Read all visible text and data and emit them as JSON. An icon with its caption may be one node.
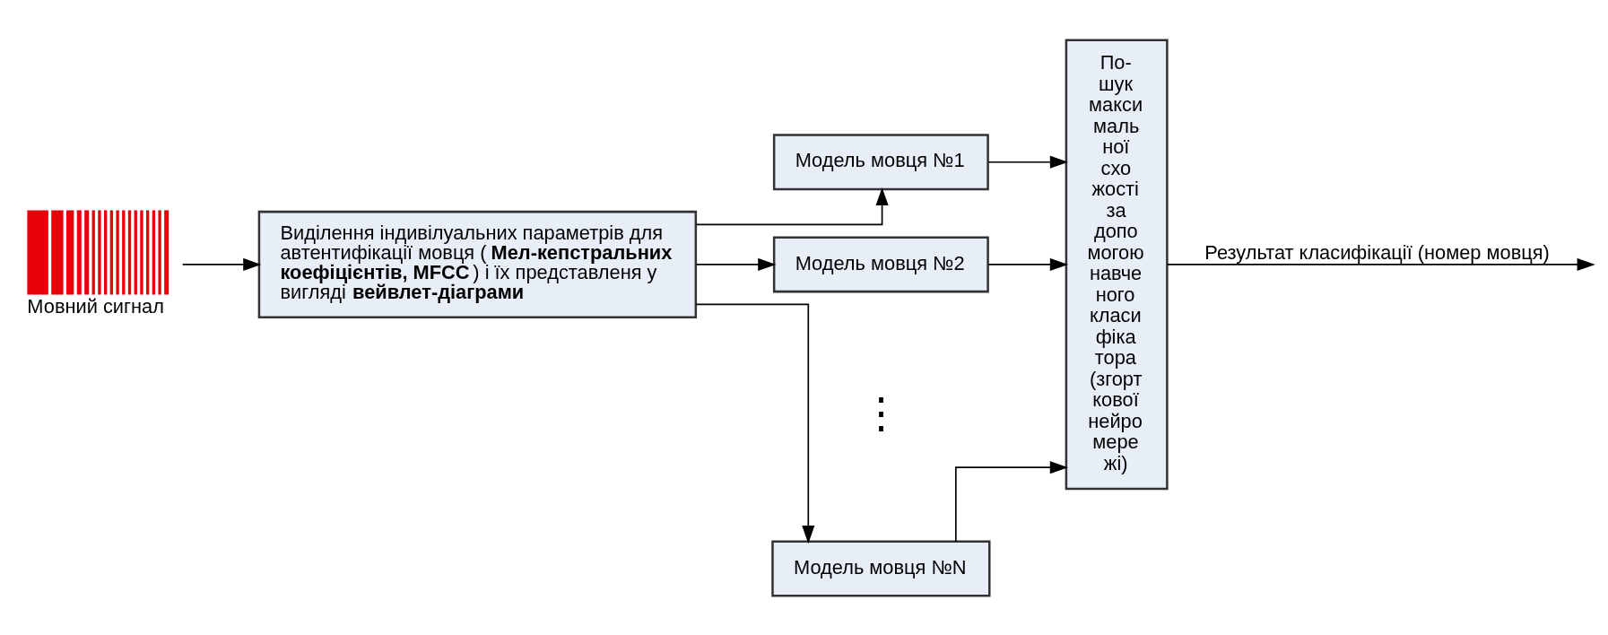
{
  "diagram": {
    "nodes": [
      {
        "text": [],
        "shape": "picture",
        "beside": [
          "Мовний сигнал"
        ]
      },
      {
        "text": [
          "Виділення індивілуальних параметрів для автентифікації мовця (**Мел-кепстральних коефіцієнтів, MFCC**) і їх представленя у вигляді **вейвлет-діаграми**"
        ]
      },
      {
        "text": [
          "Модель мовця №1"
        ]
      },
      {
        "text": [
          "Модель мовця №2"
        ]
      },
      {
        "text": [
          "Модель мовця №N"
        ]
      },
      {
        "text": [
          "По- шук макси маль ної схо жості за допо могою навче ного класи фіка тора (згорт кової нейро мере жі)"
        ]
      }
    ],
    "edges": [
      {
        "from": 0,
        "to": 1,
        "arrow": "to"
      },
      {
        "from": 1,
        "to": 2,
        "arrow": "to"
      },
      {
        "from": 1,
        "to": 3,
        "arrow": "to"
      },
      {
        "from": 1,
        "to": 4,
        "arrow": "to"
      },
      {
        "from": 2,
        "to": 5,
        "arrow": "to"
      },
      {
        "from": 3,
        "to": 5,
        "arrow": "to"
      },
      {
        "from": 4,
        "to": 5,
        "arrow": "to"
      },
      {
        "from": 5,
        "to": null,
        "arrow": "to",
        "label": "Результат класифікації (номер мовця)"
      }
    ],
    "labels": [
      "⋮"
    ]
  }
}
